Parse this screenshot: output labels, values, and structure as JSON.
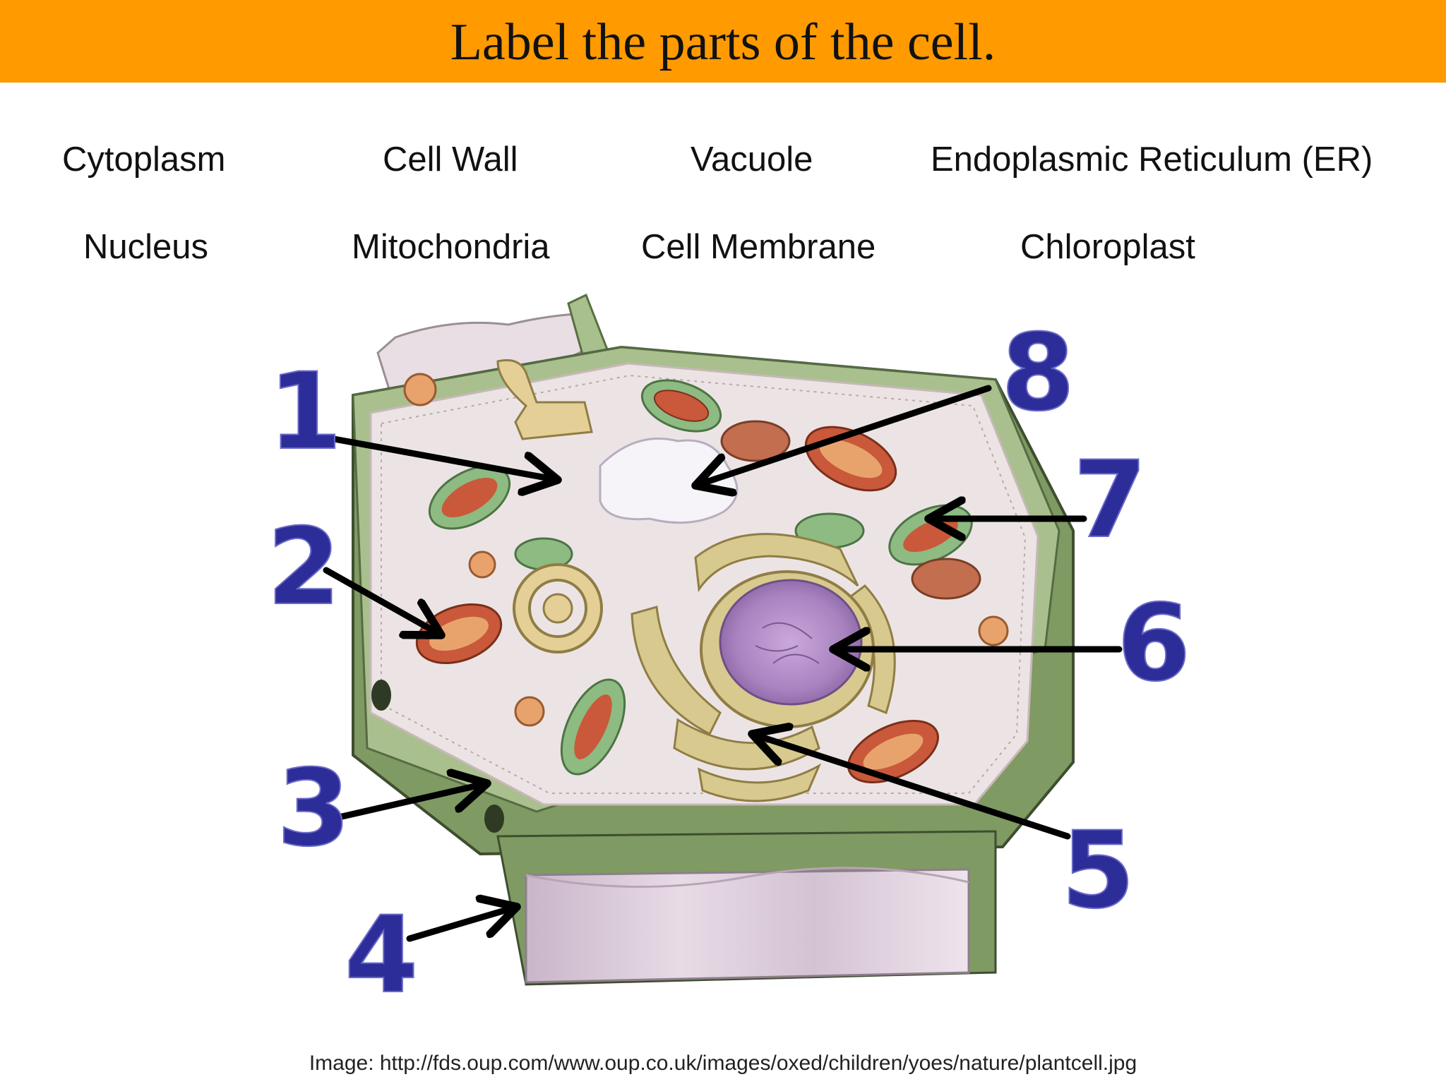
{
  "title": "Label the parts of the cell.",
  "terms": {
    "row1": [
      "Cytoplasm",
      "Cell Wall",
      "Vacuole",
      "Endoplasmic Reticulum (ER)"
    ],
    "row2": [
      "Nucleus",
      "Mitochondria",
      "Cell Membrane",
      "Chloroplast"
    ]
  },
  "labels": [
    "1",
    "2",
    "3",
    "4",
    "5",
    "6",
    "7",
    "8"
  ],
  "credit": "Image: http://fds.oup.com/www.oup.co.uk/images/oxed/children/yoes/nature/plantcell.jpg",
  "colors": {
    "title_bar": "#ff9a00",
    "label_number": "#2d2d9a",
    "cell_wall": "#7f9a62",
    "cytoplasm": "#ece4e4",
    "nucleus": "#b08cc8",
    "mitochondria": "#c9593a",
    "chloroplast": "#8dbb82",
    "er": "#d8c98e",
    "vacuole": "#f6f4f8"
  }
}
